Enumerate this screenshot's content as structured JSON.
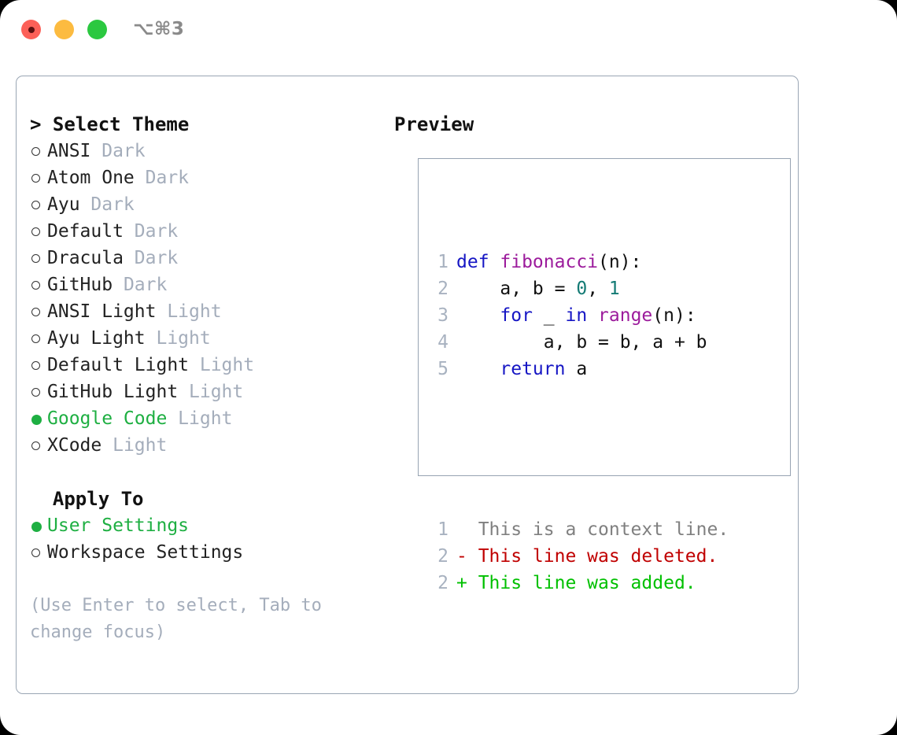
{
  "titlebar": {
    "shortcut": "⌥⌘3",
    "buttons": [
      "close",
      "minimize",
      "maximize"
    ]
  },
  "colors": {
    "accent_green": "#1eaf42",
    "muted": "#a4adbb",
    "border": "#9aa6b4",
    "keyword": "#1616c4",
    "function": "#9c1b9c",
    "number": "#137a74",
    "diff_added": "#00c000",
    "diff_deleted": "#c00000",
    "diff_context": "#808080"
  },
  "theme_picker": {
    "heading": "> Select Theme",
    "items": [
      {
        "bullet": "○",
        "label": "ANSI",
        "suffix": "Dark",
        "selected": false
      },
      {
        "bullet": "○",
        "label": "Atom One",
        "suffix": "Dark",
        "selected": false
      },
      {
        "bullet": "○",
        "label": "Ayu",
        "suffix": "Dark",
        "selected": false
      },
      {
        "bullet": "○",
        "label": "Default",
        "suffix": "Dark",
        "selected": false
      },
      {
        "bullet": "○",
        "label": "Dracula",
        "suffix": "Dark",
        "selected": false
      },
      {
        "bullet": "○",
        "label": "GitHub",
        "suffix": "Dark",
        "selected": false
      },
      {
        "bullet": "○",
        "label": "ANSI Light",
        "suffix": "Light",
        "selected": false
      },
      {
        "bullet": "○",
        "label": "Ayu Light",
        "suffix": "Light",
        "selected": false
      },
      {
        "bullet": "○",
        "label": "Default Light",
        "suffix": "Light",
        "selected": false
      },
      {
        "bullet": "○",
        "label": "GitHub Light",
        "suffix": "Light",
        "selected": false
      },
      {
        "bullet": "●",
        "label": "Google Code",
        "suffix": "Light",
        "selected": true
      },
      {
        "bullet": "○",
        "label": "XCode",
        "suffix": "Light",
        "selected": false
      }
    ]
  },
  "apply_to": {
    "heading": "  Apply To",
    "items": [
      {
        "bullet": "●",
        "label": "User Settings",
        "suffix": "",
        "selected": true
      },
      {
        "bullet": "○",
        "label": "Workspace Settings",
        "suffix": "",
        "selected": false
      }
    ]
  },
  "hint": "(Use Enter to select, Tab to change focus)",
  "preview": {
    "title": "Preview",
    "code_lines": [
      {
        "num": "1",
        "tokens": [
          {
            "t": "def ",
            "c": "kw"
          },
          {
            "t": "fibonacci",
            "c": "fn"
          },
          {
            "t": "(n):",
            "c": "txt"
          }
        ]
      },
      {
        "num": "2",
        "tokens": [
          {
            "t": "    a, b = ",
            "c": "txt"
          },
          {
            "t": "0",
            "c": "num"
          },
          {
            "t": ", ",
            "c": "txt"
          },
          {
            "t": "1",
            "c": "num"
          }
        ]
      },
      {
        "num": "3",
        "tokens": [
          {
            "t": "    ",
            "c": "txt"
          },
          {
            "t": "for",
            "c": "kw"
          },
          {
            "t": " _ ",
            "c": "txt"
          },
          {
            "t": "in",
            "c": "kw"
          },
          {
            "t": " ",
            "c": "txt"
          },
          {
            "t": "range",
            "c": "fn"
          },
          {
            "t": "(n):",
            "c": "txt"
          }
        ]
      },
      {
        "num": "4",
        "tokens": [
          {
            "t": "        a, b = b, a + b",
            "c": "txt"
          }
        ]
      },
      {
        "num": "5",
        "tokens": [
          {
            "t": "    ",
            "c": "txt"
          },
          {
            "t": "return",
            "c": "kw"
          },
          {
            "t": " a",
            "c": "txt"
          }
        ]
      }
    ],
    "diff_lines": [
      {
        "num": "1",
        "marker": "  ",
        "text": "This is a context line.",
        "kind": "ctx"
      },
      {
        "num": "2",
        "marker": "- ",
        "text": "This line was deleted.",
        "kind": "del"
      },
      {
        "num": "2",
        "marker": "+ ",
        "text": "This line was added.",
        "kind": "add"
      }
    ]
  }
}
